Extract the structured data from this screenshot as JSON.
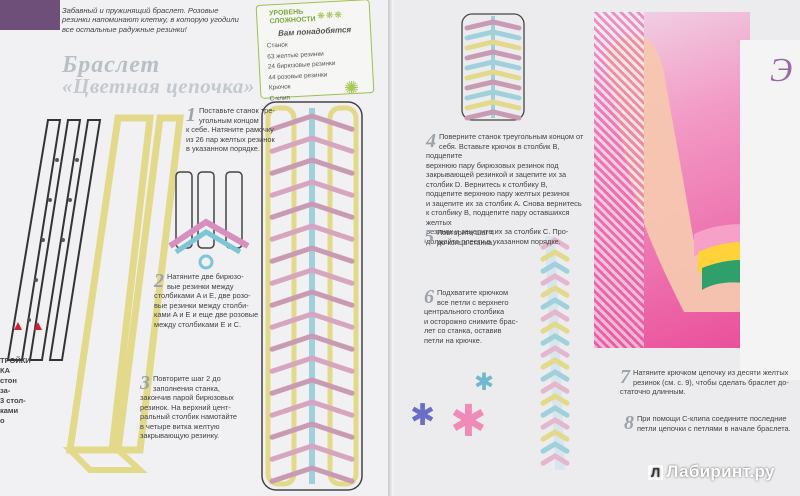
{
  "intro": {
    "line1": "Забавный и пружинящий браслет. Розовые",
    "line2": "резинки напоминают клетку, в которую угодили",
    "line3": "все остальные радужные резинки!"
  },
  "title": {
    "line1": "Браслет",
    "line2": "«Цветная цепочка»"
  },
  "level": {
    "label_line1": "УРОВЕНЬ",
    "label_line2": "СЛОЖНОСТИ",
    "stars": "❋❋❋",
    "need_title": "Вам понадобятся",
    "items": [
      "Станок",
      "63 желтые резинки",
      "24 бирюзовые резинки",
      "44 розовые резинки",
      "Крючок",
      "С-клип"
    ]
  },
  "steps": {
    "s1": {
      "num": "1",
      "lines": [
        "Поставьте станок тре-",
        "угольным концом",
        "к себе. Натяните рамочку",
        "из 26 пар желтых резинок",
        "в указанном порядке."
      ]
    },
    "s2": {
      "num": "2",
      "lines": [
        "Натяните две бирюзо-",
        "вые резинки между",
        "столбиками A и E, две розо-",
        "вые резинки между столби-",
        "ками A и E и еще две розовые",
        "между столбиками E и C."
      ]
    },
    "s3": {
      "num": "3",
      "lines": [
        "Повторите шаг 2 до",
        "заполнения станка,",
        "закончив парой бирюзовых",
        "резинок. На верхний цент-",
        "ральный столбик намотайте",
        "в четыре витка желтую",
        "закрывающую резинку."
      ]
    },
    "s4": {
      "num": "4",
      "lines": [
        "Поверните станок треугольным концом от",
        "себя. Вставьте крючок в столбик B, подцепите",
        "верхнюю пару бирюзовых резинок под",
        "закрывающей резинкой и зацепите их за",
        "столбик D. Вернитесь к столбику B,",
        "подцепите верхнюю пару желтых резинок",
        "и зацепите их за столбик A. Снова вернитесь",
        "к столбику B, подцепите пару оставшихся желтых",
        "резинок и зацепите их за столбик C. Про-",
        "должайте плести в указанном порядке."
      ]
    },
    "s5": {
      "num": "5",
      "lines": [
        "Повторите шаг 4",
        "до конца станка."
      ]
    },
    "s6": {
      "num": "6",
      "lines": [
        "Подхватите крючком",
        "все петли с верхнего",
        "центрального столбика",
        "и осторожно снимите брас-",
        "лет со станка, оставив",
        "петли на крючке."
      ]
    },
    "s7": {
      "num": "7",
      "lines": [
        "Натяните крючком цепочку из десяти желтых",
        "резинок (см. с. 9), чтобы сделать браслет до-",
        "статочно длинным."
      ]
    },
    "s8": {
      "num": "8",
      "lines": [
        "При помощи С-клипа соедините последние",
        "петли цепочки с петлями в начале браслета."
      ]
    }
  },
  "left_edge": {
    "lines": [
      "ТРОЙКИ",
      "КА",
      "стон",
      "за-",
      "3 стол-",
      "ками",
      "о"
    ]
  },
  "right_page_letter": "Э",
  "watermark": "Лабиринт.ру",
  "watermark_mark": "Л"
}
